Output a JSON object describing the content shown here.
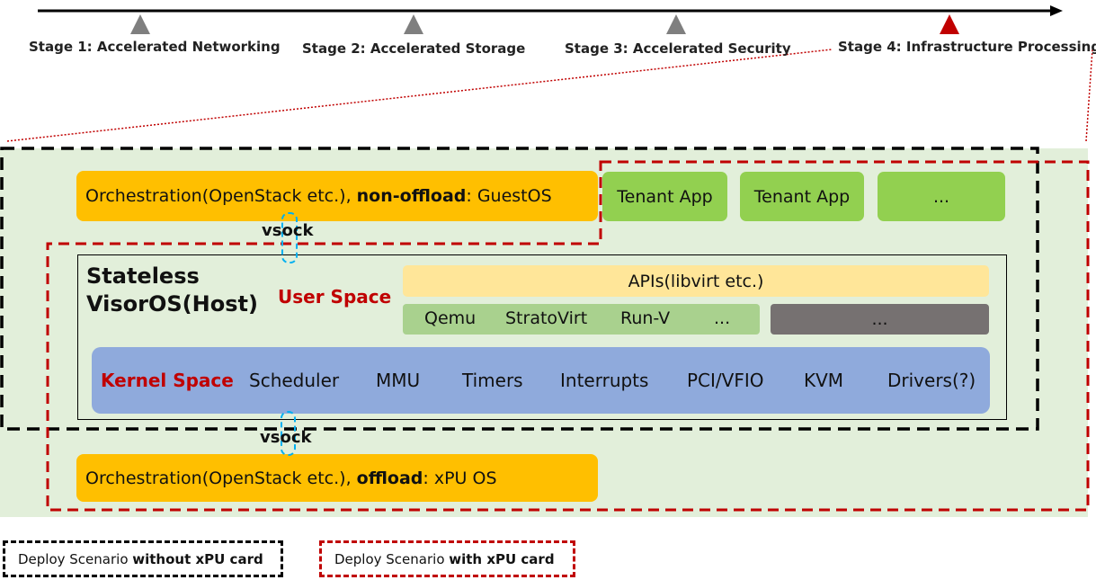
{
  "timeline": {
    "stages": [
      {
        "label": "Stage 1: Accelerated Networking",
        "color": "#7f7f7f"
      },
      {
        "label": "Stage 2: Accelerated Storage",
        "color": "#7f7f7f"
      },
      {
        "label": "Stage 3: Accelerated Security",
        "color": "#7f7f7f"
      },
      {
        "label": "Stage 4: Infrastructure Processing",
        "color": "#c00000"
      }
    ]
  },
  "top_row": {
    "orch_non_offload": {
      "prefix": "Orchestration(OpenStack etc.), ",
      "bold": "non-offload",
      "suffix": ": GuestOS"
    },
    "tenant_apps": [
      "Tenant App",
      "Tenant App",
      "..."
    ]
  },
  "vsock_labels": [
    "vsock",
    "vsock"
  ],
  "host": {
    "title_line1": "Stateless",
    "title_line2": "VisorOS(Host)",
    "user_space_label": "User Space",
    "apis": "APIs(libvirt etc.)",
    "vmms": [
      "Qemu",
      "StratoVirt",
      "Run-V",
      "..."
    ],
    "grey_box": "...",
    "kernel": {
      "label": "Kernel Space",
      "items": [
        "Scheduler",
        "MMU",
        "Timers",
        "Interrupts",
        "PCI/VFIO",
        "KVM",
        "Drivers(?)"
      ]
    }
  },
  "bottom_row": {
    "orch_offload": {
      "prefix": "Orchestration(OpenStack etc.), ",
      "bold": "offload",
      "suffix": ": xPU OS"
    }
  },
  "legend": {
    "without": {
      "prefix": "Deploy Scenario ",
      "bold": "without xPU card"
    },
    "with": {
      "prefix": "Deploy Scenario ",
      "bold": "with xPU card"
    }
  },
  "colors": {
    "background_panel": "#e2efda",
    "orange": "#ffbf00",
    "tenant_green": "#92d050",
    "kernel_blue": "#8faadc",
    "apis_yellow": "#ffe699",
    "vmm_green": "#a9d18e",
    "grey": "#767171",
    "red_dash": "#c00000",
    "black_dash": "#000000",
    "label_red": "#c00000"
  }
}
